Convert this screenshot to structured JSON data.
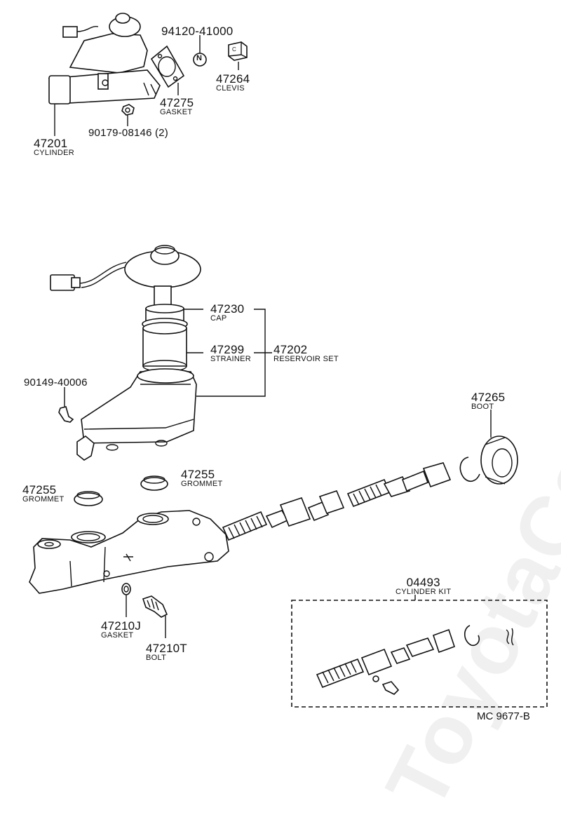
{
  "watermark": "ToyotaCarMine.ru",
  "drawing_code": "MC 9677-B",
  "callouts": [
    {
      "id": "c-94120",
      "number": "94120-41000",
      "name": ""
    },
    {
      "id": "c-47264",
      "number": "47264",
      "name": "CLEVIS"
    },
    {
      "id": "c-47275",
      "number": "47275",
      "name": "GASKET"
    },
    {
      "id": "c-90179",
      "number": "90179-08146  (2)",
      "name": ""
    },
    {
      "id": "c-47201",
      "number": "47201",
      "name": "CYLINDER"
    },
    {
      "id": "c-47230",
      "number": "47230",
      "name": "CAP"
    },
    {
      "id": "c-47299",
      "number": "47299",
      "name": "STRAINER"
    },
    {
      "id": "c-47202",
      "number": "47202",
      "name": "RESERVOIR SET"
    },
    {
      "id": "c-90149",
      "number": "90149-40006",
      "name": ""
    },
    {
      "id": "c-47265",
      "number": "47265",
      "name": "BOOT"
    },
    {
      "id": "c-47255a",
      "number": "47255",
      "name": "GROMMET"
    },
    {
      "id": "c-47255b",
      "number": "47255",
      "name": "GROMMET"
    },
    {
      "id": "c-04493",
      "number": "04493",
      "name": "CYLINDER KIT"
    },
    {
      "id": "c-47210j",
      "number": "47210J",
      "name": "GASKET"
    },
    {
      "id": "c-47210t",
      "number": "47210T",
      "name": "BOLT"
    }
  ],
  "nut_symbol": "N",
  "clevis_mark": "C",
  "icons": [
    "master-cylinder-assembly",
    "reservoir-cap",
    "strainer",
    "reservoir-body",
    "piston-assembly",
    "boot",
    "snap-ring",
    "grommet",
    "gasket",
    "bolt",
    "nut",
    "clevis",
    "cylinder-body"
  ]
}
